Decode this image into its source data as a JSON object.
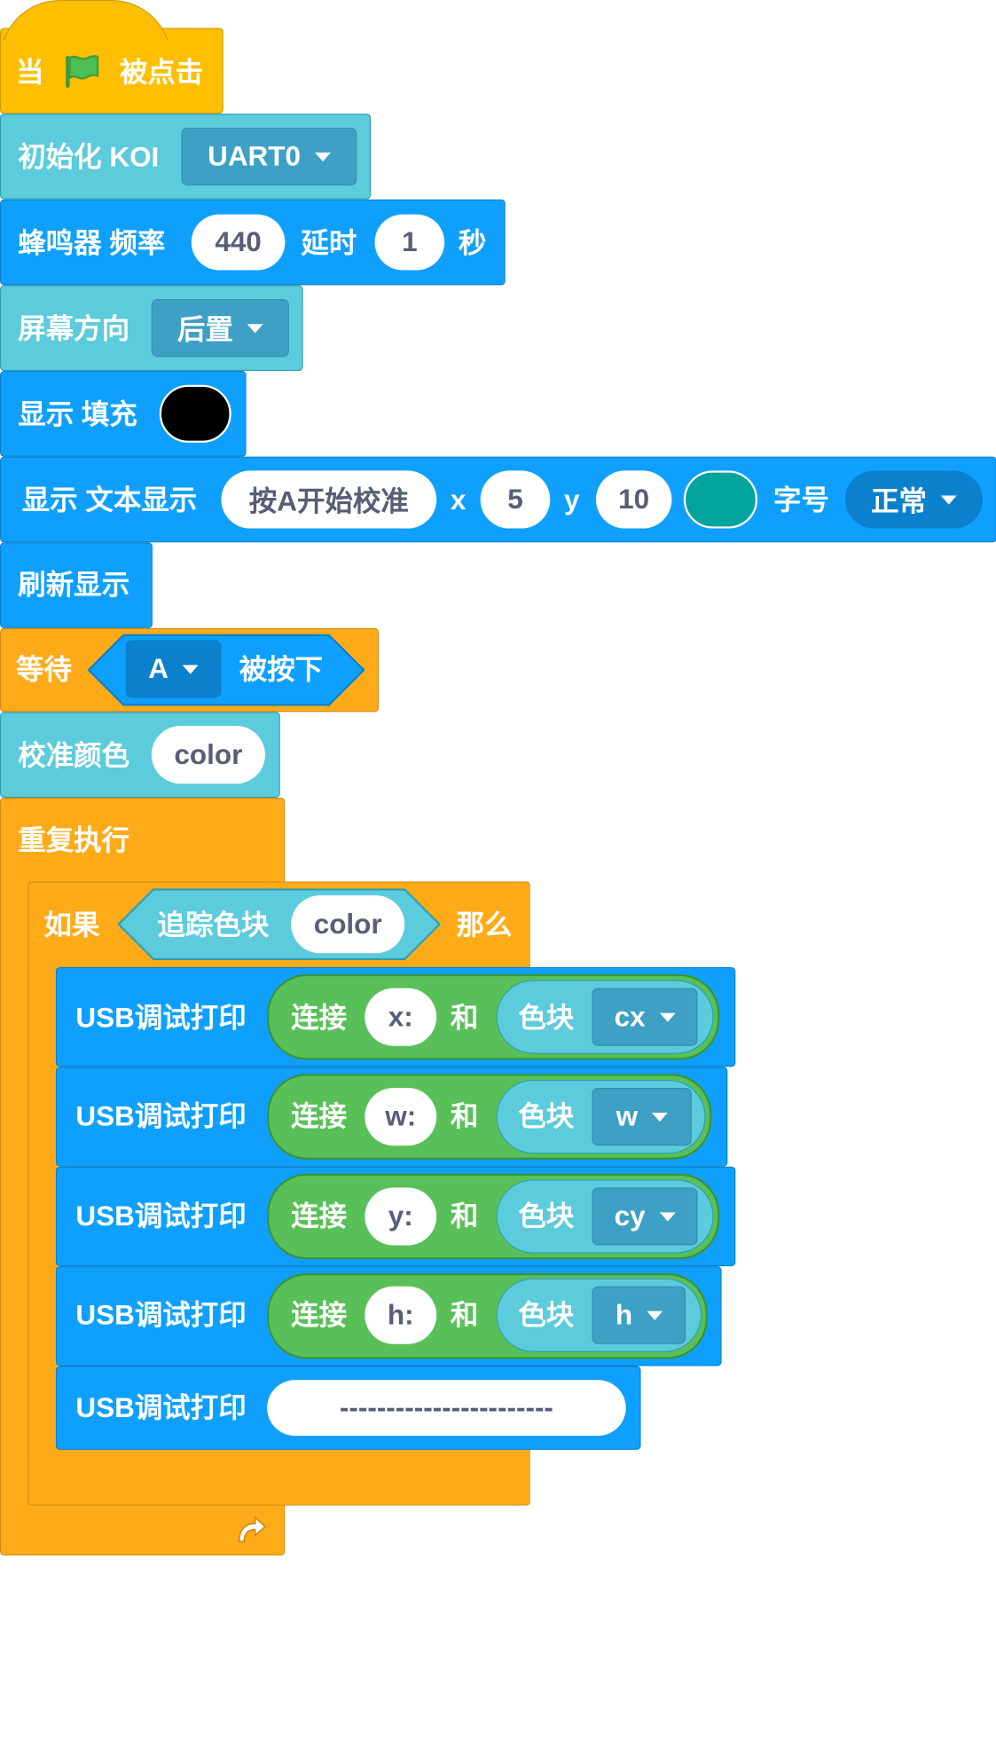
{
  "colors": {
    "event": "#FFBF00",
    "control": "#FFAB19",
    "blue": "#0FA0FF",
    "cyan": "#5CCBDB",
    "dropdown_blue": "#3EA0C4",
    "green": "#59C059",
    "fill_swatch": "#000000",
    "text_swatch": "#00A49C"
  },
  "hat": {
    "when": "当",
    "flag_icon": "green-flag",
    "clicked": "被点击"
  },
  "init_koi": {
    "label": "初始化 KOI",
    "port": "UART0"
  },
  "buzzer": {
    "label": "蜂鸣器 频率",
    "freq": "440",
    "delay_label": "延时",
    "delay": "1",
    "unit": "秒"
  },
  "screen_dir": {
    "label": "屏幕方向",
    "value": "后置"
  },
  "fill": {
    "label": "显示 填充"
  },
  "text_display": {
    "label": "显示 文本显示",
    "text": "按A开始校准",
    "x_label": "x",
    "x": "5",
    "y_label": "y",
    "y": "10",
    "size_label": "字号",
    "size": "正常"
  },
  "refresh": {
    "label": "刷新显示"
  },
  "wait": {
    "label": "等待",
    "key": "A",
    "pressed": "被按下"
  },
  "calibrate": {
    "label": "校准颜色",
    "value": "color"
  },
  "forever": {
    "label": "重复执行",
    "loop_icon": "loop-arrow"
  },
  "if_block": {
    "if_label": "如果",
    "track_label": "追踪色块",
    "track_value": "color",
    "then_label": "那么"
  },
  "prints": [
    {
      "label": "USB调试打印",
      "join": "连接",
      "text": "x:",
      "and": "和",
      "blob": "色块",
      "field": "cx"
    },
    {
      "label": "USB调试打印",
      "join": "连接",
      "text": "w:",
      "and": "和",
      "blob": "色块",
      "field": "w"
    },
    {
      "label": "USB调试打印",
      "join": "连接",
      "text": "y:",
      "and": "和",
      "blob": "色块",
      "field": "cy"
    },
    {
      "label": "USB调试打印",
      "join": "连接",
      "text": "h:",
      "and": "和",
      "blob": "色块",
      "field": "h"
    }
  ],
  "print_last": {
    "label": "USB调试打印",
    "value": "-----------------------"
  }
}
